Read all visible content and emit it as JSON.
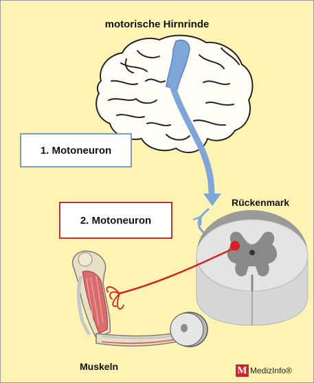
{
  "labels": {
    "cortex": "motorische Hirnrinde",
    "neuron1": "1. Motoneuron",
    "neuron2": "2. Motoneuron",
    "spinal_cord": "Rückenmark",
    "muscles": "Muskeln"
  },
  "logo": {
    "mark": "M",
    "text": "MedizInfo®"
  },
  "colors": {
    "background": "#fdf3b3",
    "pathway_blue": "#7fa6d9",
    "neuron_red": "#d92020",
    "box1_border": "#7d9ac4",
    "box2_border": "#c23030"
  }
}
